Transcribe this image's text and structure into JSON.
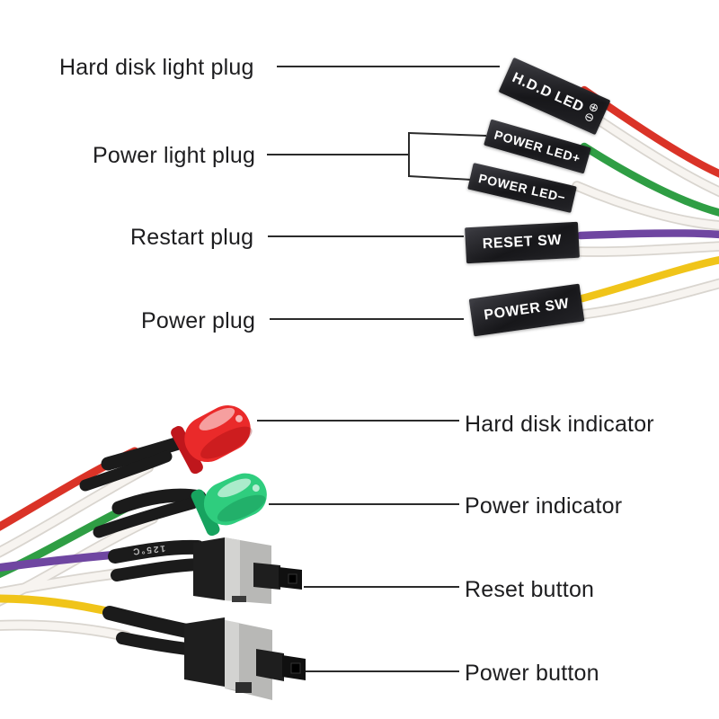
{
  "top": {
    "callouts": [
      "Hard disk light plug",
      "Power light plug",
      "Restart plug",
      "Power plug"
    ],
    "connectors": {
      "hdd_led": {
        "label": "H.D.D LED",
        "plus": "⊕",
        "minus": "⊖"
      },
      "power_led_plus": "POWER LED+",
      "power_led_minus": "POWER LED−",
      "reset_sw": "RESET SW",
      "power_sw": "POWER SW"
    }
  },
  "bottom": {
    "callouts": [
      "Hard disk indicator",
      "Power indicator",
      "Reset button",
      "Power button"
    ],
    "tube_marking": "125°C"
  },
  "colors": {
    "wire_red": "#da3327",
    "wire_green": "#2f9e44",
    "wire_purple": "#6f46a1",
    "wire_yellow": "#f0c419",
    "wire_white": "#f7f4f0",
    "wire_white_edge": "#d9d5cf",
    "sleeve_black": "#1b1b1b",
    "connector_text": "#ffffff",
    "led_red": "#ea2a2a",
    "led_red_dark": "#bf161c",
    "led_green": "#2fcd7e",
    "led_green_dark": "#17a35f",
    "button_gray": "#b8b8b6",
    "button_gray_light": "#d3d3d1",
    "button_black": "#1e1e1e",
    "label_text": "#1d1d1f",
    "callout_line": "#2b2b2b"
  }
}
